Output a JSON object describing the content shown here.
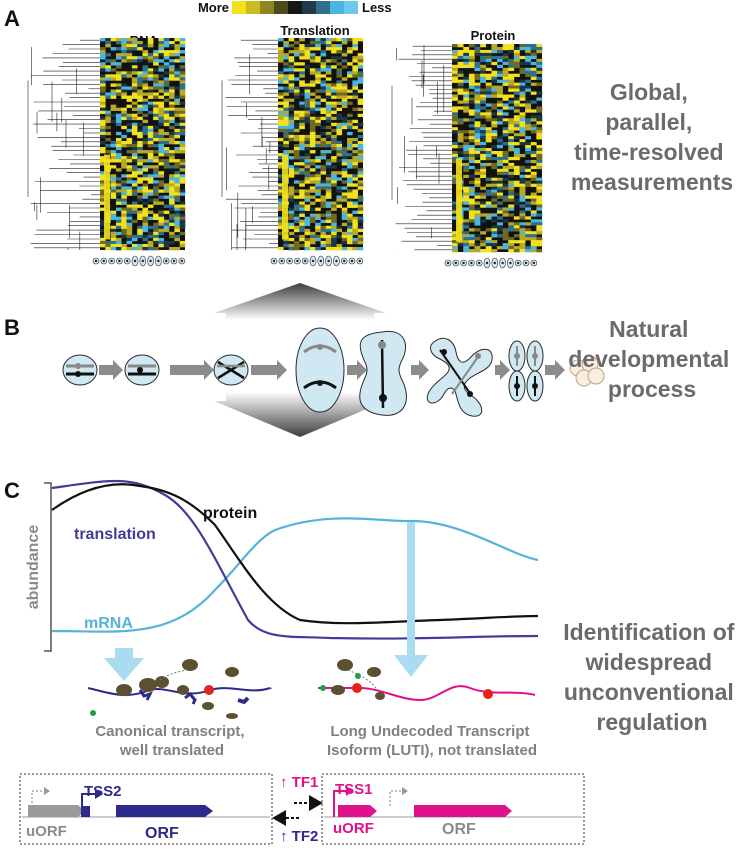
{
  "colors": {
    "yellow": "#f2e11d",
    "blue": "#4ab6e0",
    "dark": "#121212",
    "mrna_line": "#55b3d8",
    "translation_line": "#3f3d97",
    "protein_line": "#111111",
    "magenta": "#e0128b",
    "navy": "#2d2a8c",
    "grey_text": "#6b6b6b"
  },
  "panel_a": {
    "letter": "A",
    "legend": {
      "more": "More",
      "less": "Less"
    },
    "heatmaps": [
      {
        "title": "mRNA"
      },
      {
        "title": "Translation"
      },
      {
        "title": "Protein"
      }
    ],
    "side_title": [
      "Global,",
      "parallel,",
      "time-resolved",
      "measurements"
    ]
  },
  "panel_b": {
    "letter": "B",
    "side_title": [
      "Natural",
      "developmental",
      "process"
    ]
  },
  "panel_c": {
    "letter": "C",
    "axis_label": "abundance",
    "series_labels": {
      "protein": "protein",
      "translation": "translation",
      "mrna": "mRNA"
    },
    "side_title": [
      "Identification of",
      "widespread",
      "unconventional",
      "regulation"
    ],
    "left_caption": [
      "Canonical transcript,",
      "well translated"
    ],
    "right_caption": [
      "Long Undecoded Transcript",
      "Isoform (LUTI), not translated"
    ],
    "gene_left": {
      "tss": "TSS2",
      "uorf": "uORF",
      "orf": "ORF"
    },
    "gene_right": {
      "tss": "TSS1",
      "uorf": "uORF",
      "orf": "ORF"
    },
    "tf_up": "TF1",
    "tf_down": "TF2"
  }
}
